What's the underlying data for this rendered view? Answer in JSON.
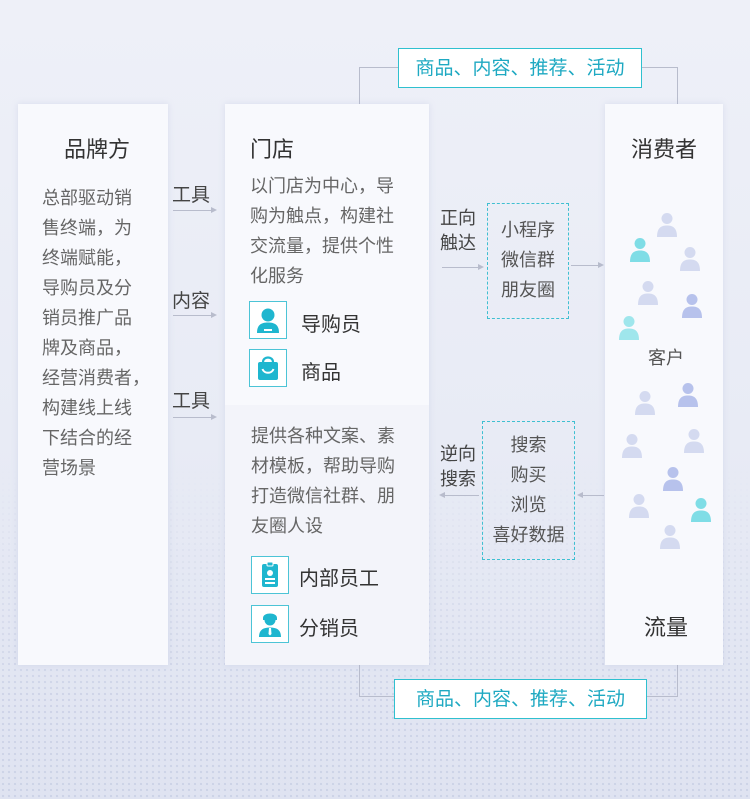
{
  "brand": {
    "title": "品牌方",
    "lines": [
      "总部驱动销",
      "售终端，为",
      "终端赋能，",
      "导购员及分",
      "销员推广品",
      "牌及商品，",
      "经营消费者，",
      "构建线上线",
      "下结合的经",
      "营场景"
    ]
  },
  "labels": {
    "tool1": "工具",
    "content": "内容",
    "tool2": "工具"
  },
  "store": {
    "title": "门店",
    "desc": [
      "以门店为中心，导",
      "购为触点，构建社",
      "交流量，提供个性",
      "化服务"
    ],
    "item1": "导购员",
    "item2": "商品",
    "desc2": [
      "提供各种文案、素",
      "材模板，帮助导购",
      "打造微信社群、朋",
      "友圈人设"
    ],
    "item3": "内部员工",
    "item4": "分销员"
  },
  "forward": {
    "label": [
      "正向",
      "触达"
    ],
    "channels": [
      "小程序",
      "微信群",
      "朋友圈"
    ]
  },
  "reverse": {
    "label": [
      "逆向",
      "搜索"
    ],
    "actions": [
      "搜索",
      "购买",
      "浏览",
      "喜好数据"
    ]
  },
  "consumer": {
    "title": "消费者",
    "customer": "客户",
    "traffic": "流量"
  },
  "top_box": "商品、内容、推荐、活动",
  "bottom_box": "商品、内容、推荐、活动",
  "colors": {
    "accent": "#2fc0cf",
    "icon": "#1fb6cf",
    "person_light": "#d4daf0",
    "person_mid": "#b7c2ec",
    "person_teal": "#7fdde6"
  },
  "icons": {
    "guide": "user-icon",
    "goods": "shopping-bag-icon",
    "staff": "id-badge-icon",
    "distributor": "user-tie-icon",
    "customer": "person-icon"
  }
}
